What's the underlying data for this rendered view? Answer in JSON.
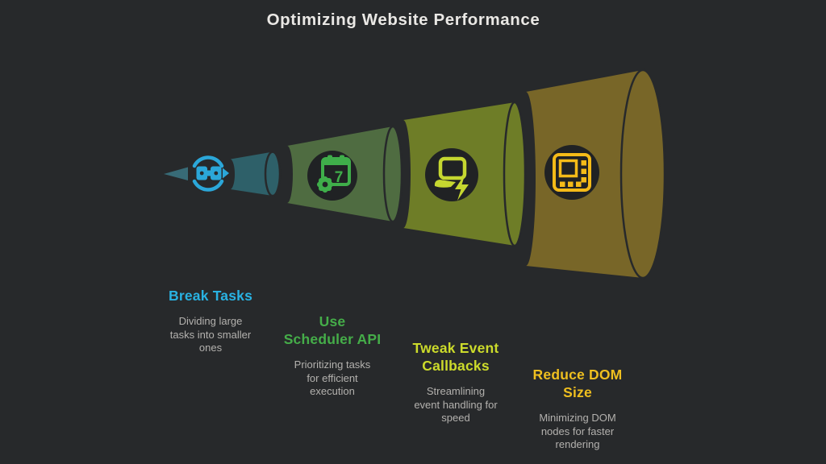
{
  "title": "Optimizing Website Performance",
  "colors": {
    "background": "#27292b",
    "title_text": "#eae8e5",
    "body_text": "#b3b1ae",
    "icon_circle": "#202224",
    "funnel_tip": "#386b77"
  },
  "funnel": {
    "segments": [
      {
        "name": "break-tasks",
        "cone_color": "#2e6069",
        "icon_color": "#2ba7d9",
        "heading_color": "#29b2e2",
        "heading": "Break Tasks",
        "description": "Dividing large\ntasks into smaller\nones",
        "icon": "chain-split-refresh"
      },
      {
        "name": "use-scheduler-api",
        "cone_color": "#4f6c41",
        "icon_color": "#3fae4a",
        "heading_color": "#45ad49",
        "heading": "Use\nScheduler API",
        "description": "Prioritizing tasks\nfor efficient\nexecution",
        "icon": "calendar-gear",
        "calendar_day": "7"
      },
      {
        "name": "tweak-event-callbacks",
        "cone_color": "#6e7d27",
        "icon_color": "#c5d730",
        "heading_color": "#ccdb2b",
        "heading": "Tweak Event\nCallbacks",
        "description": "Streamlining\nevent handling for\nspeed",
        "icon": "laptop-bolt"
      },
      {
        "name": "reduce-dom-size",
        "cone_color": "#786628",
        "icon_color": "#f5bb18",
        "heading_color": "#efbf1f",
        "heading": "Reduce DOM\nSize",
        "description": "Minimizing DOM\nnodes for faster\nrendering",
        "icon": "dom-grid"
      }
    ]
  }
}
